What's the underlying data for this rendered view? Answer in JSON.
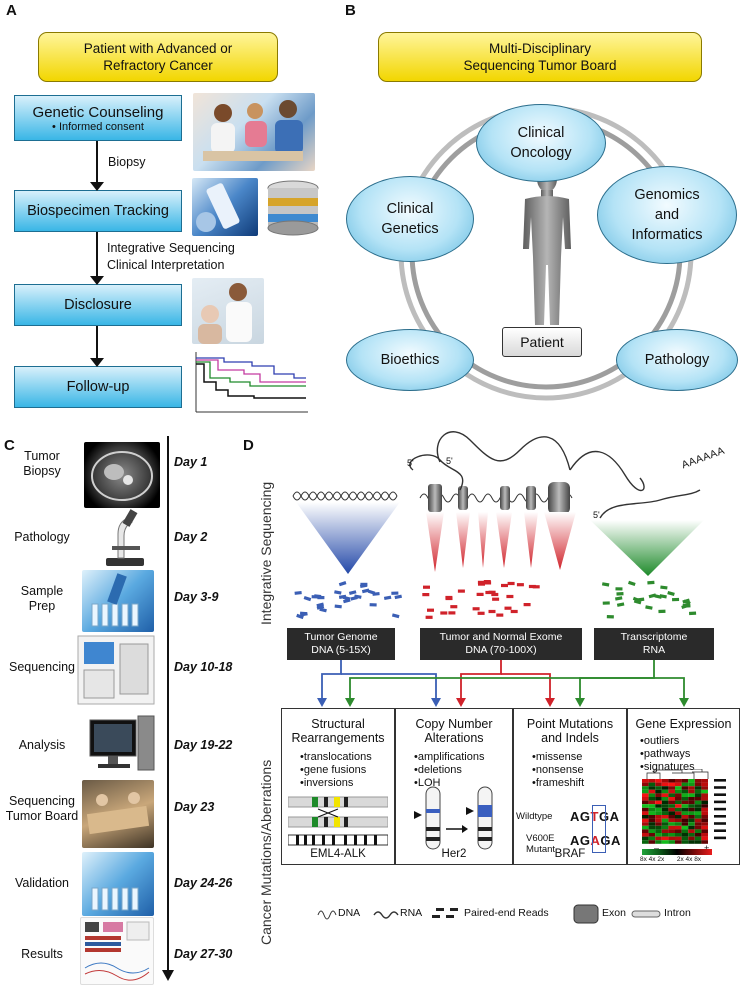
{
  "panels": {
    "a": "A",
    "b": "B",
    "c": "C",
    "d": "D"
  },
  "panel_a": {
    "header_line1": "Patient with Advanced or",
    "header_line2": "Refractory Cancer",
    "steps": {
      "genetic_counseling": "Genetic Counseling",
      "informed_consent": "• Informed consent",
      "biospecimen": "Biospecimen Tracking",
      "disclosure": "Disclosure",
      "followup": "Follow-up"
    },
    "arrow_labels": {
      "biopsy": "Biopsy",
      "integrative_line1": "Integrative Sequencing",
      "integrative_line2": "Clinical Interpretation"
    }
  },
  "panel_b": {
    "header_line1": "Multi-Disciplinary",
    "header_line2": "Sequencing Tumor Board",
    "nodes": {
      "clinical_oncology_1": "Clinical",
      "clinical_oncology_2": "Oncology",
      "clinical_genetics_1": "Clinical",
      "clinical_genetics_2": "Genetics",
      "genomics_1": "Genomics",
      "genomics_2": "and",
      "genomics_3": "Informatics",
      "bioethics": "Bioethics",
      "pathology": "Pathology"
    },
    "patient_label": "Patient"
  },
  "panel_c": {
    "steps": [
      {
        "label1": "Tumor",
        "label2": "Biopsy",
        "day": "Day 1"
      },
      {
        "label1": "Pathology",
        "label2": "",
        "day": "Day 2"
      },
      {
        "label1": "Sample",
        "label2": "Prep",
        "day": "Day 3-9"
      },
      {
        "label1": "Sequencing",
        "label2": "",
        "day": "Day 10-18"
      },
      {
        "label1": "Analysis",
        "label2": "",
        "day": "Day 19-22"
      },
      {
        "label1": "Sequencing",
        "label2": "Tumor Board",
        "day": "Day 23"
      },
      {
        "label1": "Validation",
        "label2": "",
        "day": "Day 24-26"
      },
      {
        "label1": "Results",
        "label2": "",
        "day": "Day 27-30"
      }
    ]
  },
  "panel_d": {
    "side_top": "Integrative Sequencing",
    "side_bottom": "Cancer Mutations/Aberrations",
    "aaaaa": "AAAAAA",
    "prime5": "5'",
    "sources": {
      "genome_1": "Tumor Genome",
      "genome_2": "DNA (5-15X)",
      "exome_1": "Tumor and Normal Exome",
      "exome_2": "DNA  (70-100X)",
      "transcriptome_1": "Transcriptome",
      "transcriptome_2": "RNA"
    },
    "categories": {
      "structural": {
        "title1": "Structural",
        "title2": "Rearrangements",
        "items": [
          "•translocations",
          "•gene fusions",
          "•inversions"
        ],
        "foot": "EML4-ALK"
      },
      "copy_number": {
        "title1": "Copy Number",
        "title2": "Alterations",
        "items": [
          "•amplifications",
          "•deletions",
          "•LOH"
        ],
        "foot": "Her2"
      },
      "point": {
        "title1": "Point Mutations",
        "title2": "and Indels",
        "items": [
          "•missense",
          "•nonsense",
          "•frameshift"
        ],
        "foot": "BRAF",
        "wildtype": "Wildtype",
        "mutant_1": "V600E",
        "mutant_2": "Mutant",
        "seq_wt_a": "AG",
        "seq_wt_b": "T",
        "seq_wt_c": "GA",
        "seq_mt_a": "AG",
        "seq_mt_b": "A",
        "seq_mt_c": "GA"
      },
      "expression": {
        "title1": "Gene Expression",
        "items": [
          "•outliers",
          "•pathways",
          "•signatures"
        ],
        "scale_minus": "–",
        "scale_plus": "+",
        "scale_labels": "8x 4x 2x       2x 4x 8x"
      }
    },
    "legend": {
      "dna": "DNA",
      "rna": "RNA",
      "reads": "Paired-end Reads",
      "exon": "Exon",
      "intron": "Intron"
    }
  },
  "colors": {
    "blue_arrow": "#3b5fb5",
    "green_arrow": "#2e8b2e",
    "red_arrow": "#d0222a",
    "yellow": "#f2d600",
    "cyan": "#39b6e6"
  }
}
